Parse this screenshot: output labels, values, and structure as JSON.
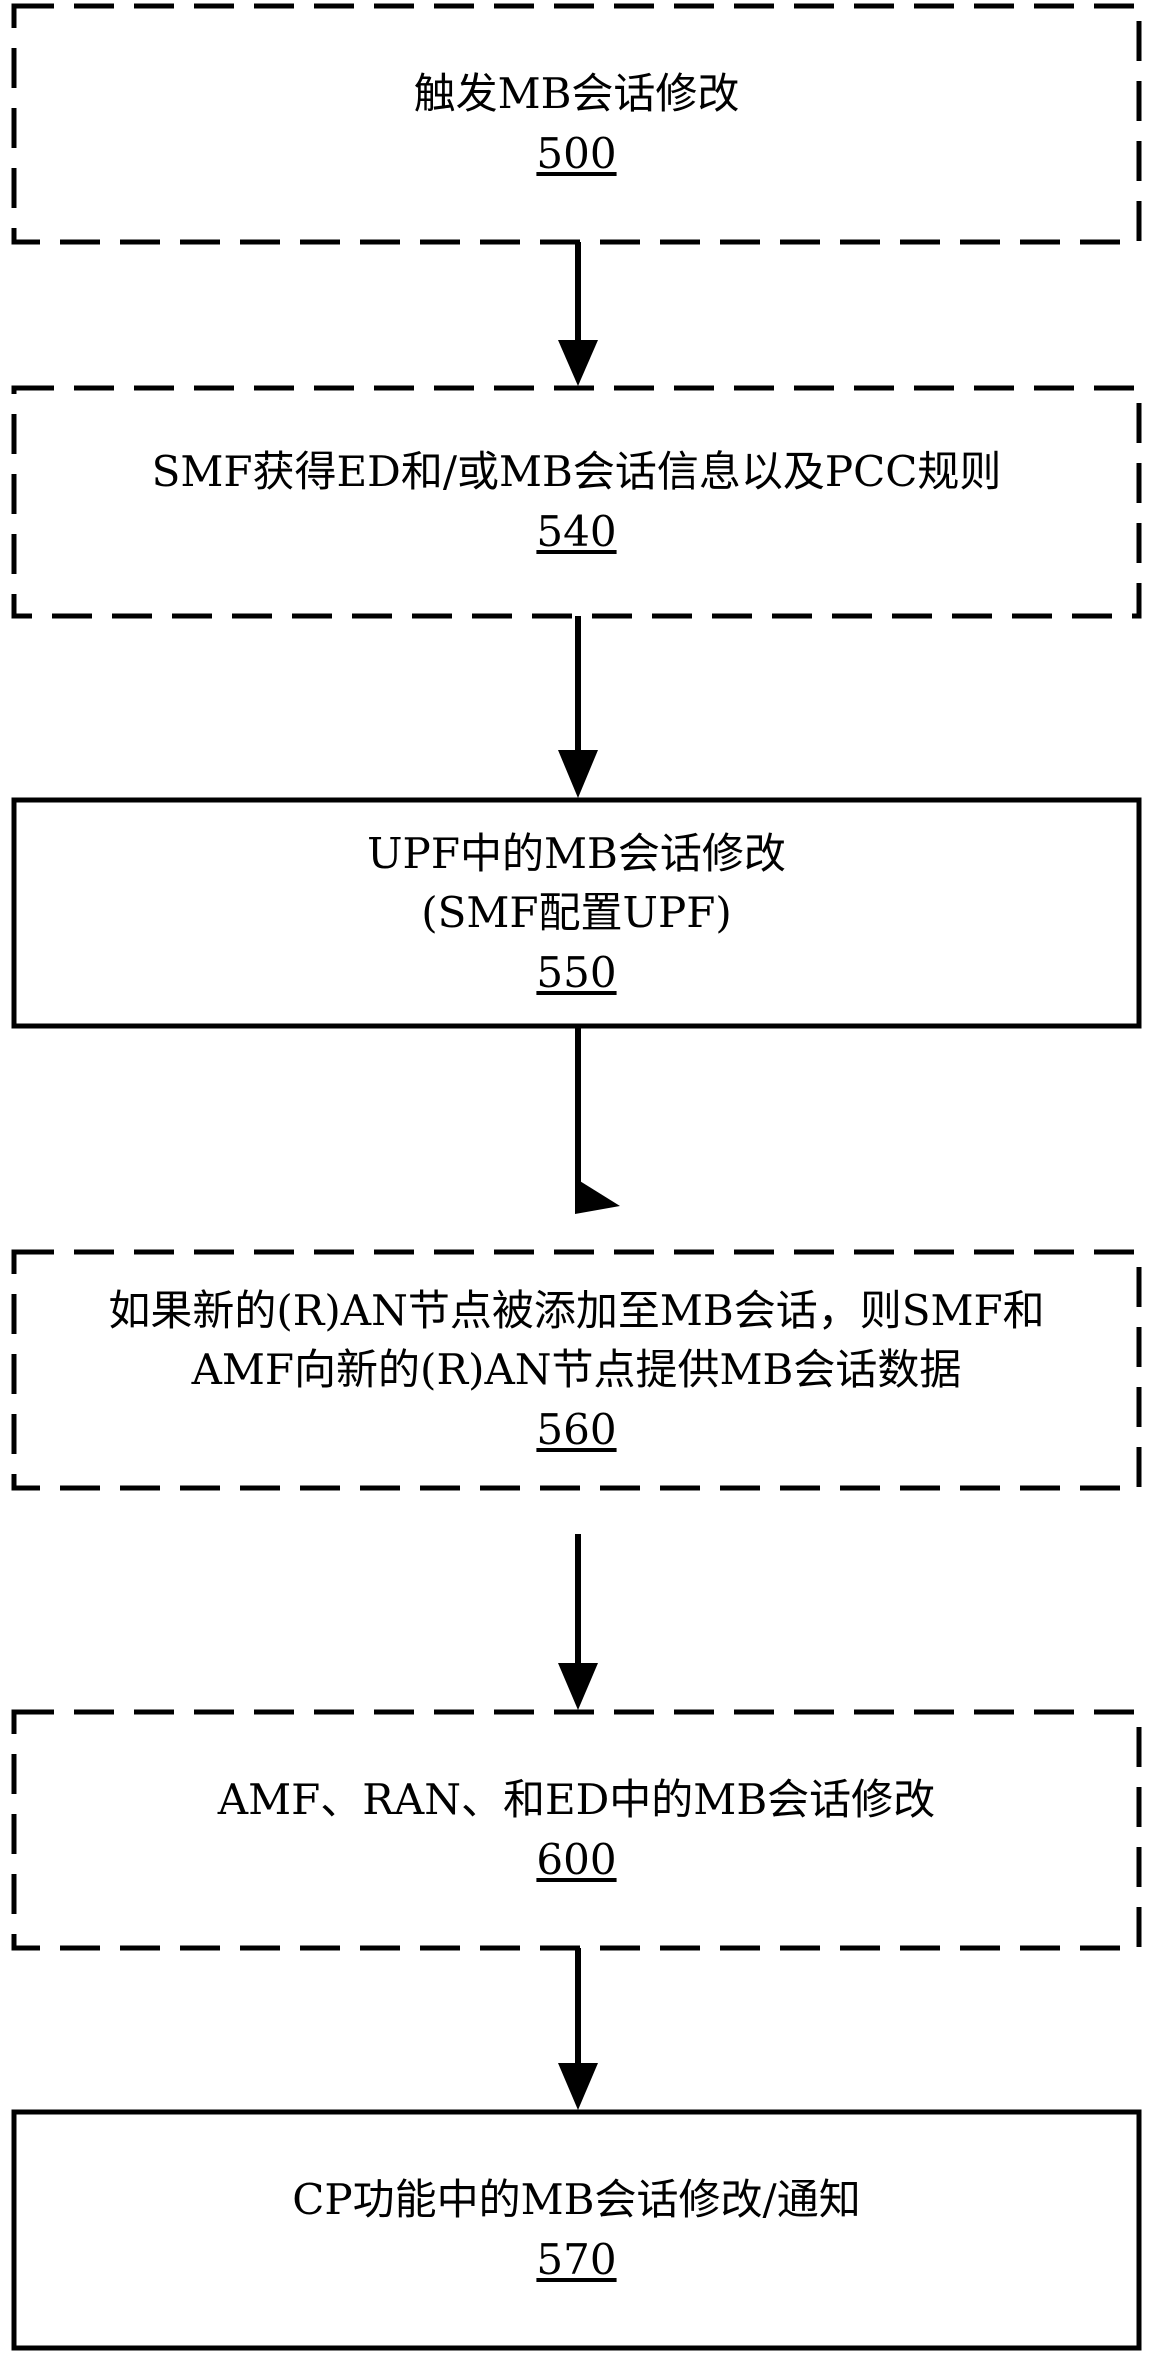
{
  "nodes": [
    {
      "id": "500",
      "lines": [
        "触发MB会话修改"
      ],
      "number": "500",
      "style": "dashed"
    },
    {
      "id": "540",
      "lines": [
        "SMF获得ED和/或MB会话信息以及PCC规则"
      ],
      "number": "540",
      "style": "dashed"
    },
    {
      "id": "550",
      "lines": [
        "UPF中的MB会话修改",
        "(SMF配置UPF)"
      ],
      "number": "550",
      "style": "solid"
    },
    {
      "id": "560",
      "lines": [
        "如果新的(R)AN节点被添加至MB会话，则SMF和",
        "AMF向新的(R)AN节点提供MB会话数据"
      ],
      "number": "560",
      "style": "dashed"
    },
    {
      "id": "600",
      "lines": [
        "AMF、RAN、和ED中的MB会话修改"
      ],
      "number": "600",
      "style": "dashed"
    },
    {
      "id": "570",
      "lines": [
        "CP功能中的MB会话修改/通知"
      ],
      "number": "570",
      "style": "solid"
    }
  ]
}
